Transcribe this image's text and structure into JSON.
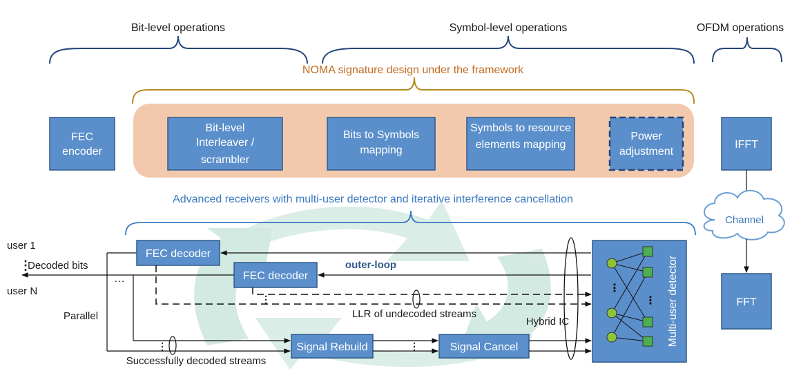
{
  "headers": {
    "bit": "Bit-level operations",
    "symbol": "Symbol-level operations",
    "ofdm": "OFDM operations"
  },
  "noma_title": "NOMA signature design under the framework",
  "tx_blocks": {
    "fec_encoder": [
      "FEC",
      "encoder"
    ],
    "interleaver": [
      "Bit-level",
      "Interleaver /",
      "scrambler"
    ],
    "bits_to_symbols": [
      "Bits to Symbols",
      "mapping"
    ],
    "symbols_to_re": [
      "Symbols to resource",
      "elements mapping"
    ],
    "power": [
      "Power",
      "adjustment"
    ],
    "ifft": "IFFT",
    "fft": "FFT",
    "channel": "Channel"
  },
  "receiver_title": "Advanced receivers with multi-user detector and iterative interference cancellation",
  "rx": {
    "user1": "user 1",
    "decoded_bits": "Decoded bits",
    "userN": "user N",
    "fec_decoder_1": "FEC  decoder",
    "fec_decoder_2": "FEC  decoder",
    "outer_loop": "outer-loop",
    "parallel": "Parallel",
    "llr": "LLR of undecoded streams",
    "hybrid_ic": "Hybrid IC",
    "signal_rebuild": "Signal Rebuild",
    "signal_cancel": "Signal Cancel",
    "success": "Successfully decoded streams",
    "mud": "Multi-user detector",
    "ellipsis": "…"
  },
  "colors": {
    "block_fill": "#5b8fcb",
    "block_stroke": "#2f5a8c",
    "orange_panel": "#f3c9ad",
    "brace_blue": "#24457a",
    "brace_gold": "#b58b1f",
    "noma_text": "#c26a1e",
    "receiver_text": "#3a78c0",
    "loop_arrow": "#cfe8df",
    "node_green": "#8fc43a",
    "node_sq": "#4caf50"
  }
}
